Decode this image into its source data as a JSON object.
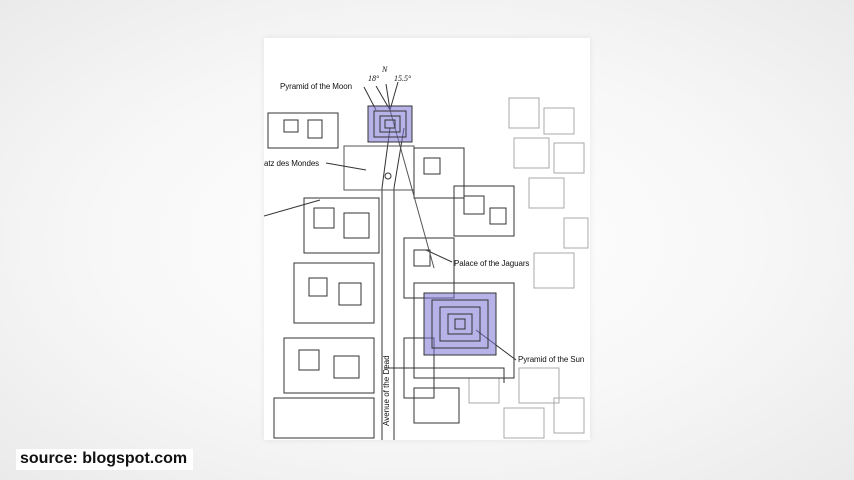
{
  "map": {
    "labels": {
      "moon": "Pyramid of the Moon",
      "platz": "atz des Mondes",
      "jaguars": "Palace of the Jaguars",
      "sun": "Pyramid of the Sun",
      "avenue": "Avenue of the Dead"
    },
    "compass": {
      "north": "N",
      "angle_left": "18°",
      "angle_right": "15.5°"
    },
    "highlight_color": "#7b74d6"
  },
  "caption": {
    "source": "source: blogspot.com"
  }
}
